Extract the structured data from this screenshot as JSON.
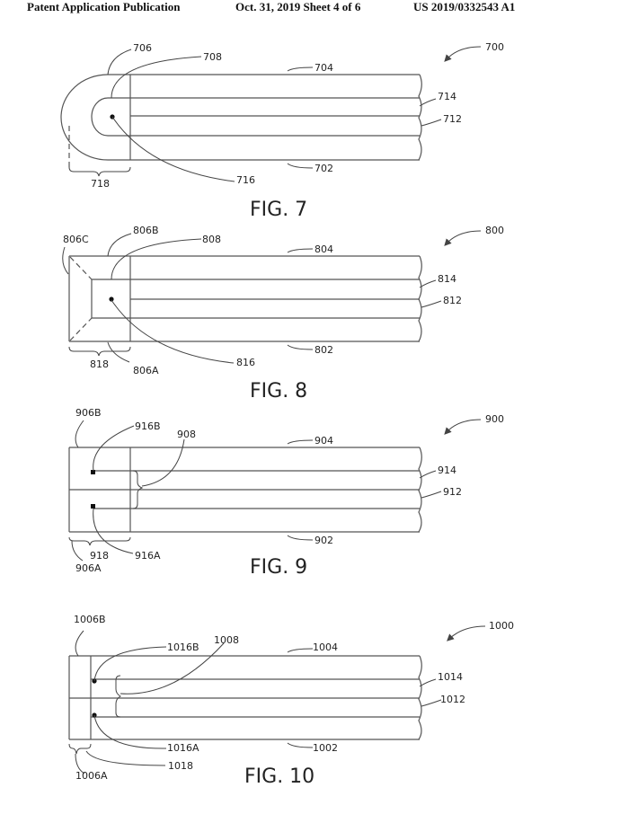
{
  "header": {
    "left": "Patent Application Publication",
    "middle": "Oct. 31, 2019  Sheet 4 of 6",
    "right": "US 2019/0332543 A1"
  },
  "figures": [
    {
      "caption": "FIG. 7",
      "labels": [
        "700",
        "702",
        "704",
        "706",
        "708",
        "712",
        "714",
        "716",
        "718"
      ]
    },
    {
      "caption": "FIG. 8",
      "labels": [
        "800",
        "802",
        "804",
        "806A",
        "806B",
        "806C",
        "808",
        "812",
        "814",
        "816",
        "818"
      ]
    },
    {
      "caption": "FIG. 9",
      "labels": [
        "900",
        "902",
        "904",
        "906A",
        "906B",
        "908",
        "912",
        "914",
        "916A",
        "916B",
        "918"
      ]
    },
    {
      "caption": "FIG. 10",
      "labels": [
        "1000",
        "1002",
        "1004",
        "1006A",
        "1006B",
        "1008",
        "1012",
        "1014",
        "1016A",
        "1016B",
        "1018"
      ]
    }
  ]
}
